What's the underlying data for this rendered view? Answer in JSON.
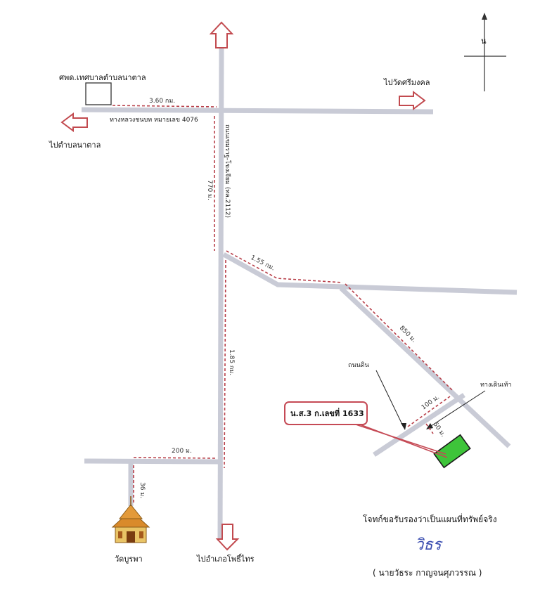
{
  "compass": {
    "north_label": "น"
  },
  "places": {
    "municipal_center": "ศพด.เทศบาลตำบลนาตาล",
    "temple_label": "วัดบูรพา"
  },
  "roads": {
    "rural_road": "ทางหลวงชนบท หมายเลข 4076",
    "main_road": "ถนนเขมราฐ-โขงเจียม (ทล.2112)",
    "dirt_road": "ถนนดิน",
    "footpath": "ทางเดินเท้า"
  },
  "directions": {
    "to_wat_srimongkol": "ไปวัดศรีมงคล",
    "to_na_tan": "ไปตำบลนาตาล",
    "to_pho_sai": "ไปอำเภอโพธิ์ไทร"
  },
  "distances": {
    "d_360": "3.60 กม.",
    "d_770": "770 ม.",
    "d_155": "1.55 กม.",
    "d_850": "850 ม.",
    "d_185": "1.85 กม.",
    "d_100": "100 ม.",
    "d_50": "50 ม.",
    "d_200": "200 ม.",
    "d_36": "36 ม."
  },
  "parcel": {
    "label": "น.ส.3 ก.เลขที่ 1633",
    "fill_color": "#3ec43a",
    "frame_color": "#c54a55"
  },
  "certification": {
    "statement": "โจทก์ขอรับรองว่าเป็นแผนที่ทรัพย์จริง",
    "signature": "วิธร",
    "signer": "( นายวัธระ กาญจนศุภวรรณ )"
  },
  "colors": {
    "road": "#c9cbd6",
    "distance_line": "#b8404a",
    "arrow_outline": "#c24a4f"
  }
}
